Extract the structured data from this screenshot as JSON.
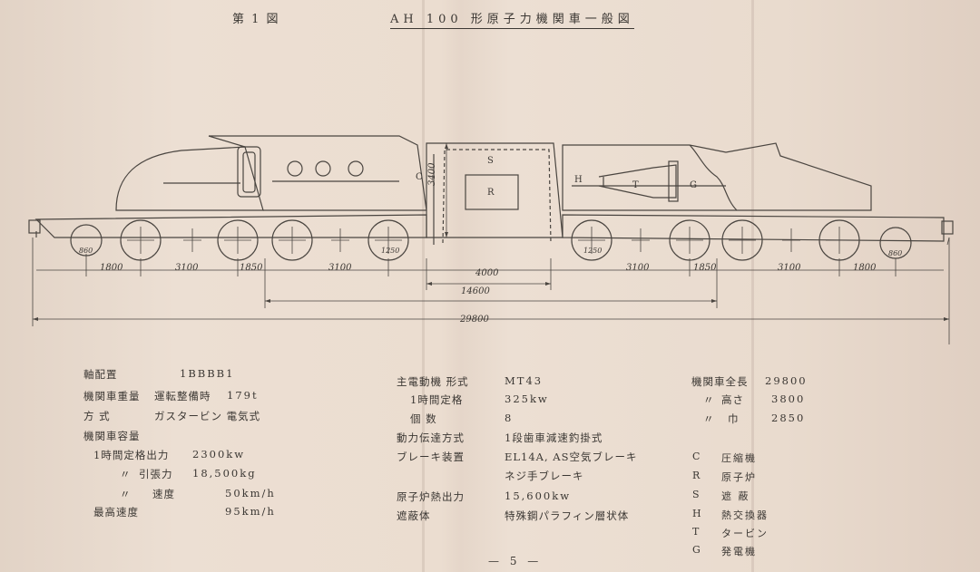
{
  "title": {
    "figure": "第 1 図",
    "name": "AH 100 形原子力機関車一般図"
  },
  "diagram": {
    "labels": {
      "C": "C",
      "S": "S",
      "R": "R",
      "H": "H",
      "T": "T",
      "G": "G"
    },
    "wheel_dims": [
      "860",
      "1250",
      "1250",
      "860"
    ],
    "height_dim": "3400",
    "spacing_dims": [
      "1800",
      "3100",
      "1850",
      "3100",
      "4000",
      "3100",
      "1850",
      "3100",
      "1800"
    ],
    "span_dim": "14600",
    "total_dim": "29800"
  },
  "specs_left": [
    {
      "key": "軸配置",
      "value": "1BBBB1"
    },
    {
      "key": "機関車重量",
      "sub": "運転整備時",
      "value": "179t"
    },
    {
      "key": "方 式",
      "value": "ガスタービン 電気式"
    },
    {
      "key": "機関車容量"
    },
    {
      "key": "1時間定格出力",
      "value": "2300kw"
    },
    {
      "mark": "〃",
      "key": "引張力",
      "value": "18,500kg"
    },
    {
      "mark": "〃",
      "key": "速度",
      "value": "50km/h"
    },
    {
      "key": "最高速度",
      "value": "95km/h"
    }
  ],
  "specs_mid": [
    {
      "key": "主電動機 形式",
      "value": "MT43"
    },
    {
      "key": "1時間定格",
      "value": "325kw"
    },
    {
      "key": "個 数",
      "value": "8"
    },
    {
      "key": "動力伝達方式",
      "value": "1段歯車減速釣掛式"
    },
    {
      "key": "ブレーキ装置",
      "value": "EL14A, AS空気ブレーキ"
    },
    {
      "value": "ネジ手ブレーキ"
    },
    {
      "key": "原子炉熱出力",
      "value": "15,600kw"
    },
    {
      "key": "遮蔽体",
      "value": "特殊鋼パラフィン層状体"
    }
  ],
  "specs_right": [
    {
      "key": "機関車全長",
      "value": "29800"
    },
    {
      "mark": "〃",
      "key": "高さ",
      "value": "3800"
    },
    {
      "mark": "〃",
      "key": "巾",
      "value": "2850"
    }
  ],
  "legend": [
    {
      "code": "C",
      "name": "圧縮機"
    },
    {
      "code": "R",
      "name": "原子炉"
    },
    {
      "code": "S",
      "name": "遮 蔽"
    },
    {
      "code": "H",
      "name": "熱交換器"
    },
    {
      "code": "T",
      "name": "タービン"
    },
    {
      "code": "G",
      "name": "発電機"
    }
  ],
  "page_number": "— 5 —"
}
